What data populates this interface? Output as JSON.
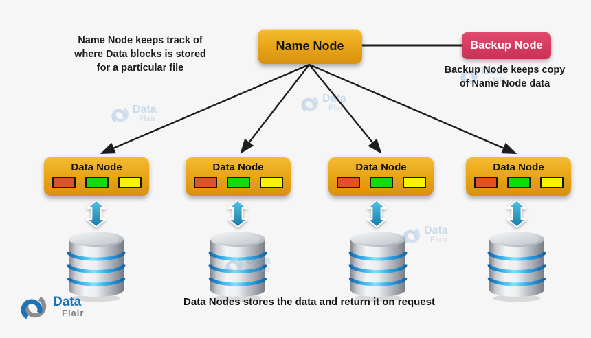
{
  "page": {
    "background": "#f7f6f6"
  },
  "name_node": {
    "label": "Name Node",
    "note": "Name Node keeps track of\nwhere Data blocks is stored\nfor a particular file",
    "fill": "#eca71c"
  },
  "backup_node": {
    "label": "Backup Node",
    "note": "Backup Node keeps copy\nof Name Node data",
    "fill": "#d23c5f"
  },
  "data_nodes": {
    "caption": "Data Nodes stores the data and return it on request",
    "block_colors": {
      "orange": "#e0521f",
      "green": "#0ddd0d",
      "yellow": "#f8f303"
    },
    "nodes": [
      {
        "label": "Data Node",
        "blocks": [
          "#e0521f",
          "#0ddd0d",
          "#f8f303"
        ]
      },
      {
        "label": "Data Node",
        "blocks": [
          "#e0521f",
          "#0ddd0d",
          "#f8f303"
        ]
      },
      {
        "label": "Data Node",
        "blocks": [
          "#e0521f",
          "#0ddd0d",
          "#f8f303"
        ]
      },
      {
        "label": "Data Node",
        "blocks": [
          "#e0521f",
          "#0ddd0d",
          "#f8f303"
        ]
      }
    ]
  },
  "storage": {
    "db_ring_color": "#2fa8e8",
    "transfer_arrow_color": "#2b9cc6",
    "connector_color": "#1d1d1d"
  },
  "brand": {
    "name": "Data",
    "suffix": "Flair"
  },
  "watermark": {
    "name": "Data",
    "suffix": "Flair"
  }
}
